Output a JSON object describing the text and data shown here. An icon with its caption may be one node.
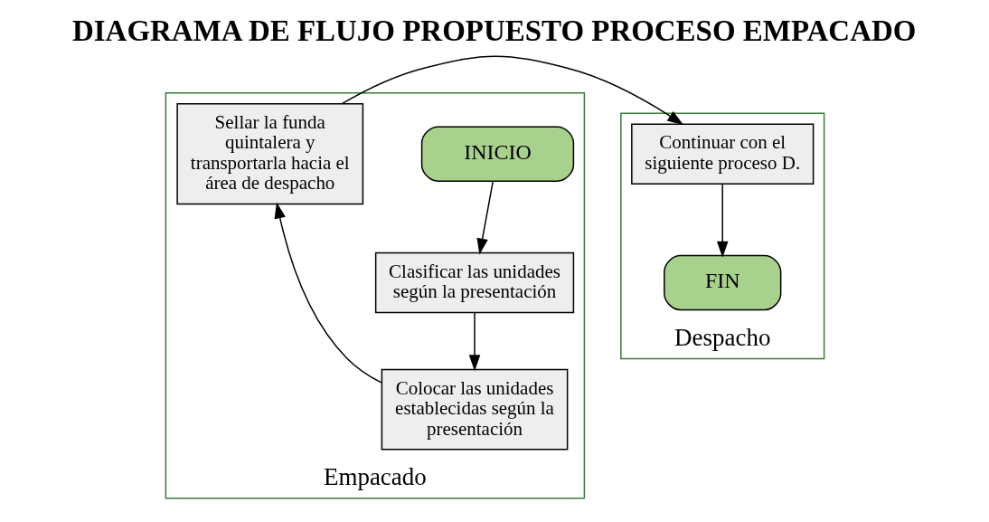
{
  "diagram": {
    "title": "DIAGRAMA DE FLUJO PROPUESTO PROCESO EMPACADO",
    "nodes": [
      {
        "text": [
          "Empacado"
        ]
      },
      {
        "text": [
          "INICIO"
        ],
        "in": 0
      },
      {
        "text": [
          "Clasificar las unidades según la presentación"
        ],
        "in": 0
      },
      {
        "text": [
          "Colocar las unidades establecidas según la presentación"
        ],
        "in": 0
      },
      {
        "text": [
          "Sellar la funda quintalera y transportarla hacia el área de despacho"
        ],
        "in": 0
      },
      {
        "text": [
          "Despacho"
        ]
      },
      {
        "text": [
          "Continuar con el siguiente proceso D."
        ],
        "in": 5
      },
      {
        "text": [
          "FIN"
        ],
        "in": 5
      }
    ],
    "edges": [
      {
        "from": 1,
        "to": 2,
        "arrow": "to"
      },
      {
        "from": 2,
        "to": 3,
        "arrow": "to"
      },
      {
        "from": 3,
        "to": 4,
        "arrow": "to"
      },
      {
        "from": 4,
        "to": 6,
        "arrow": "to"
      },
      {
        "from": 6,
        "to": 7,
        "arrow": "to"
      }
    ]
  }
}
